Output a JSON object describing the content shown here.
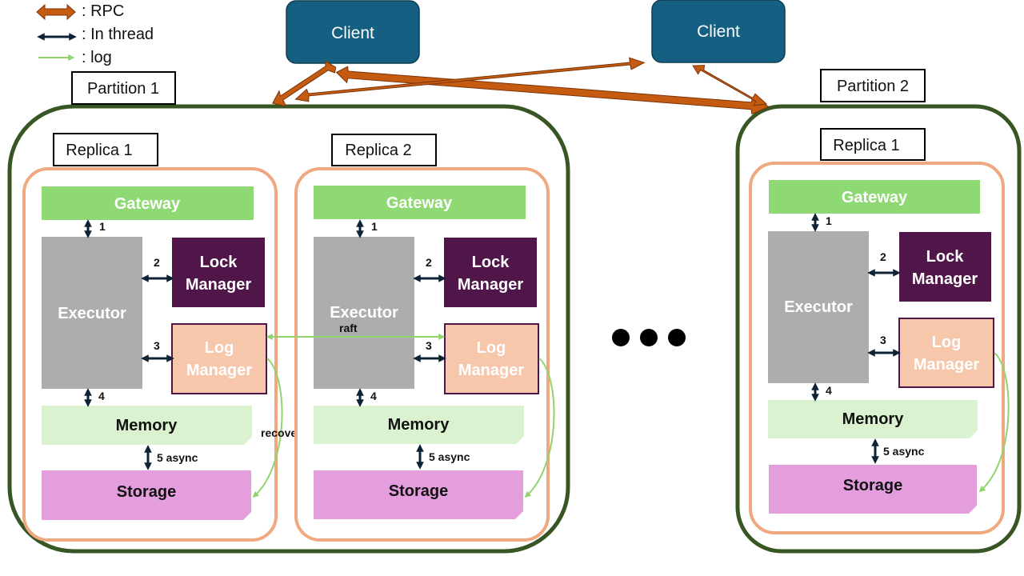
{
  "legend": {
    "rpc": ": RPC",
    "in_thread": ": In thread",
    "log": ": log"
  },
  "clients": [
    {
      "label": "Client"
    },
    {
      "label": "Client"
    }
  ],
  "partitions": [
    {
      "label": "Partition 1",
      "replicas": [
        {
          "label": "Replica 1",
          "gateway": "Gateway",
          "executor": "Executor",
          "lock_manager": [
            "Lock",
            "Manager"
          ],
          "log_manager": [
            "Log",
            "Manager"
          ],
          "memory": "Memory",
          "storage": "Storage",
          "steps": {
            "s1": "1",
            "s2": "2",
            "s3": "3",
            "s4": "4",
            "s5": "5 async"
          }
        },
        {
          "label": "Replica 2",
          "gateway": "Gateway",
          "executor": "Executor",
          "lock_manager": [
            "Lock",
            "Manager"
          ],
          "log_manager": [
            "Log",
            "Manager"
          ],
          "memory": "Memory",
          "storage": "Storage",
          "steps": {
            "s1": "1",
            "s2": "2",
            "s3": "3",
            "s4": "4",
            "s5": "5 async"
          }
        }
      ]
    },
    {
      "label": "Partition 2",
      "replicas": [
        {
          "label": "Replica 1",
          "gateway": "Gateway",
          "executor": "Executor",
          "lock_manager": [
            "Lock",
            "Manager"
          ],
          "log_manager": [
            "Log",
            "Manager"
          ],
          "memory": "Memory",
          "storage": "Storage",
          "steps": {
            "s1": "1",
            "s2": "2",
            "s3": "3",
            "s4": "4",
            "s5": "5 async"
          }
        }
      ]
    }
  ],
  "annotations": {
    "raft": "raft",
    "recovery": "recovery"
  },
  "colors": {
    "rpc": "#C55A11",
    "in_thread": "#0D2234",
    "log": "#92D36E",
    "client": "#156082",
    "partition_border": "#375623",
    "replica_border": "#F0A880",
    "gateway": "#8ED973",
    "executor": "#ADADAD",
    "lock_manager": "#501549",
    "log_manager": "#F7C7AC",
    "log_manager_border": "#501549",
    "memory": "#DAF2D0",
    "storage": "#E59EDD"
  },
  "ellipsis_icon": "three-dots"
}
